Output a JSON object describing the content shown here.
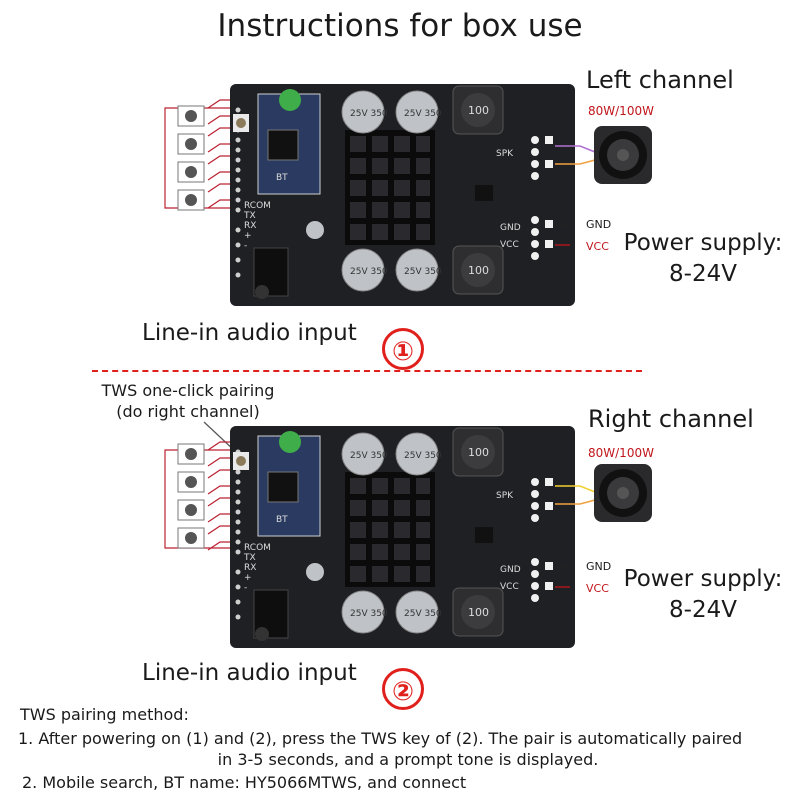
{
  "title": "Instructions for box use",
  "board1": {
    "channel": "Left channel",
    "power_rating": "80W/100W",
    "gnd_label": "GND",
    "vcc_label": "VCC",
    "power_title": "Power supply:",
    "power_range": "8-24V",
    "line_in": "Line-in audio input",
    "number": "①"
  },
  "board2": {
    "channel": "Right channel",
    "power_rating": "80W/100W",
    "gnd_label": "GND",
    "vcc_label": "VCC",
    "power_title": "Power supply:",
    "power_range": "8-24V",
    "line_in": "Line-in audio input",
    "number": "②",
    "tws_note_line1": "TWS one-click pairing",
    "tws_note_line2": "(do right channel)"
  },
  "pcb_text": {
    "spk": "SPK",
    "gnd": "GND",
    "vcc": "VCC",
    "inductor": "100",
    "capacitor": "25V 350",
    "pins": [
      "RCOM",
      "TX",
      "RX",
      "+",
      "-"
    ]
  },
  "method": {
    "heading": "TWS pairing method:",
    "step1_line1": "1. After powering on (1) and (2), press the TWS key of (2). The pair is automatically paired",
    "step1_line2": "in 3-5 seconds, and a prompt tone is displayed.",
    "step2": "2. Mobile search, BT name: HY5066MTWS, and connect"
  },
  "colors": {
    "pcb": "#1f2024",
    "accent_red": "#e0201c",
    "watt_red": "#c0161c",
    "wire_orange": "#f0a040",
    "wire_purple": "#b070d0",
    "wire_yellow": "#f2d030"
  }
}
